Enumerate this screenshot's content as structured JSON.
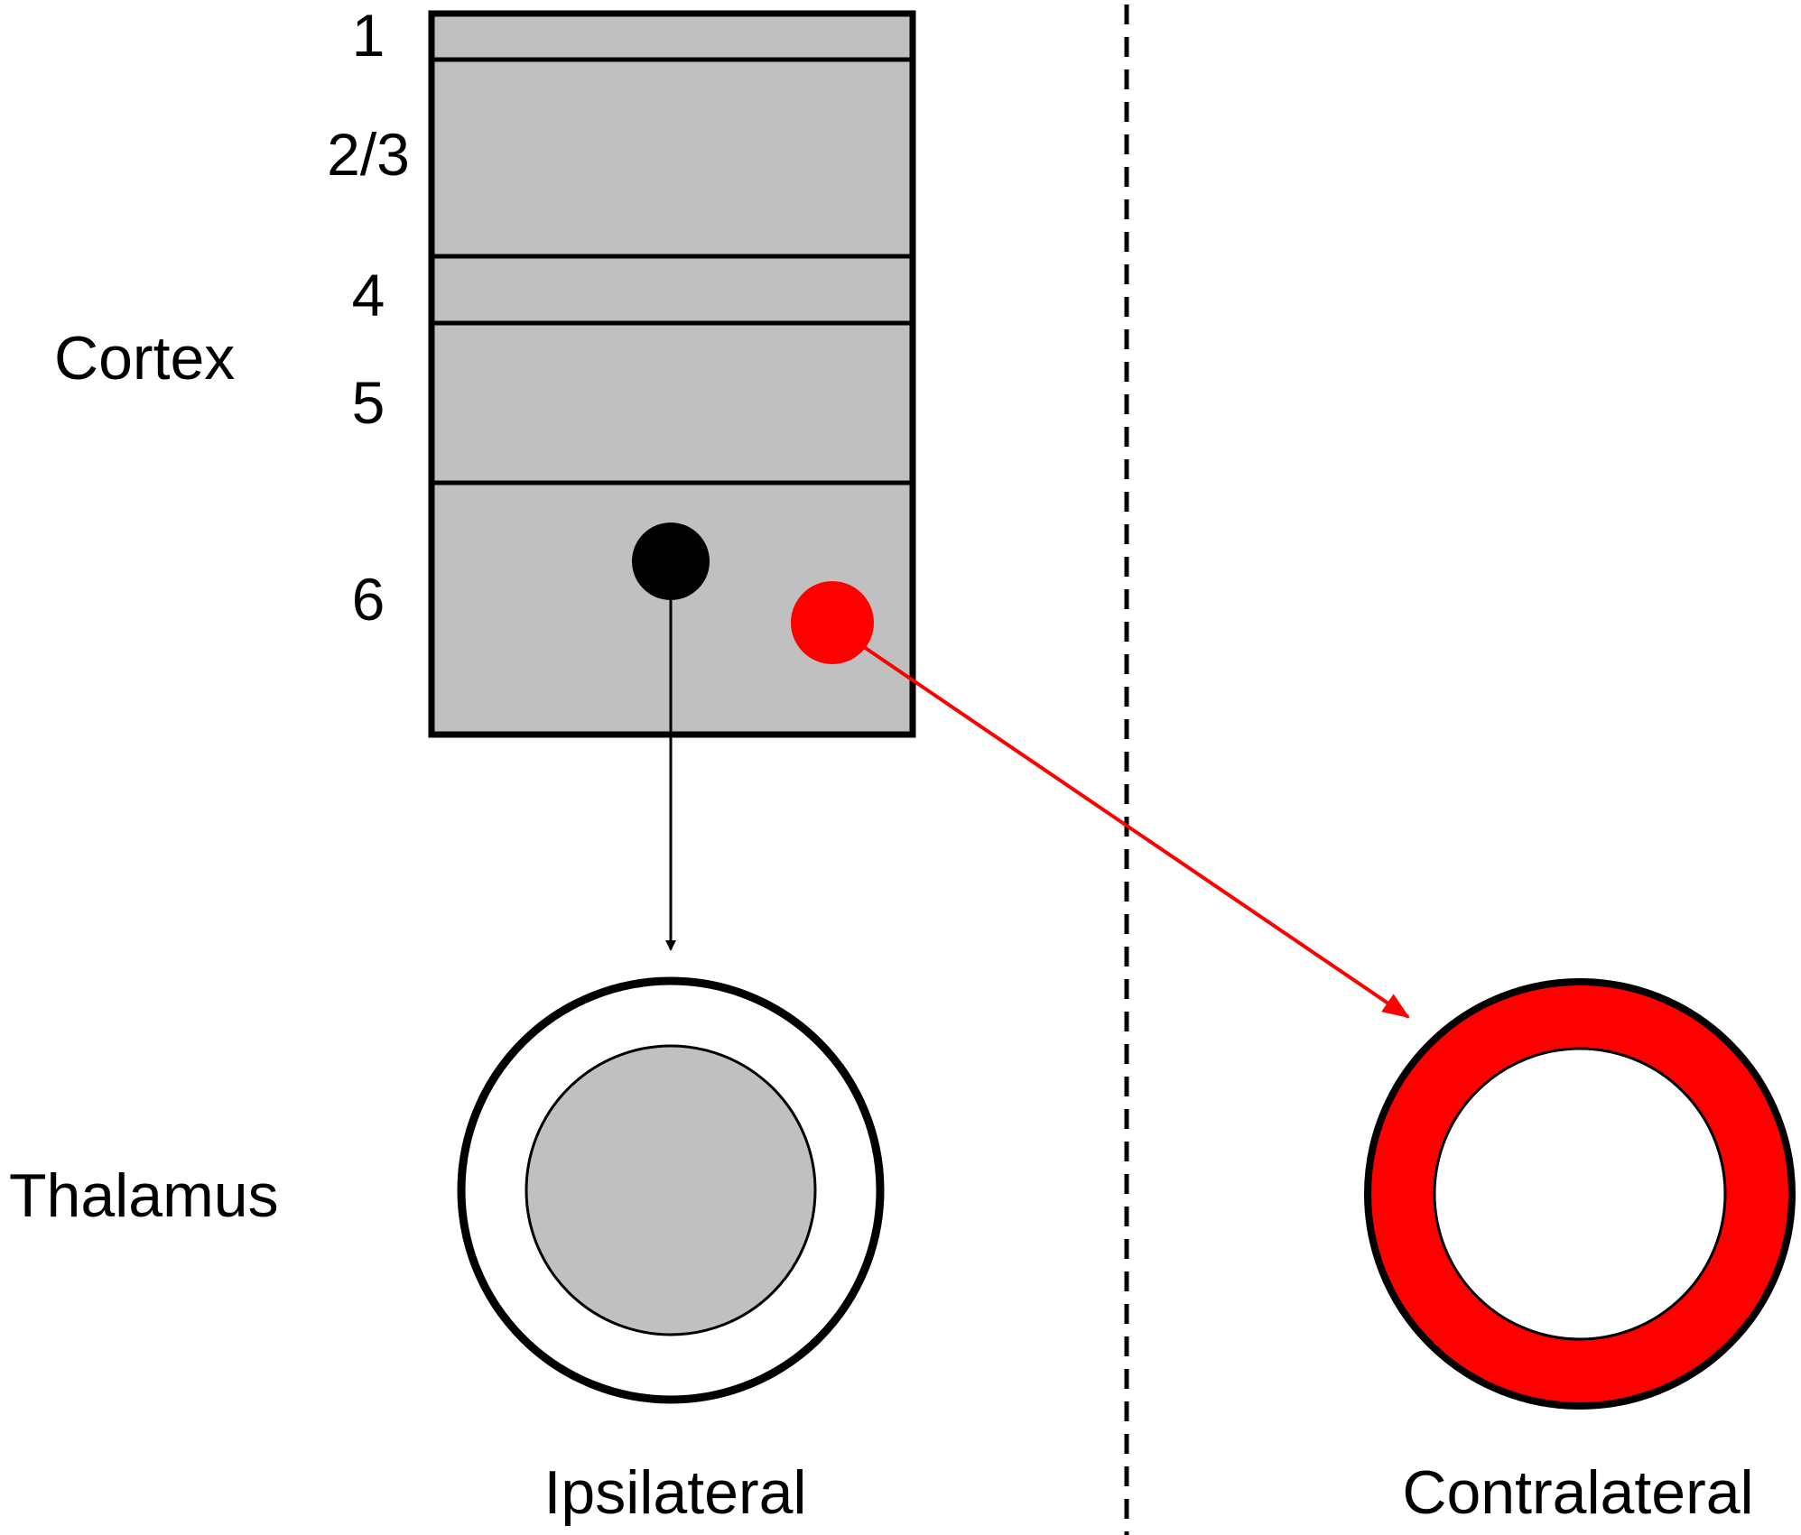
{
  "regions": {
    "cortex": "Cortex",
    "thalamus": "Thalamus"
  },
  "layers": [
    {
      "label": "1"
    },
    {
      "label": "2/3"
    },
    {
      "label": "4"
    },
    {
      "label": "5"
    },
    {
      "label": "6"
    }
  ],
  "sides": {
    "ipsilateral": "Ipsilateral",
    "contralateral": "Contralateral"
  },
  "colors": {
    "cortex_fill": "#c0c0c0",
    "outline": "#000000",
    "projection_red": "#ff0000",
    "projection_black": "#000000",
    "thalamus_inner_fill": "#c0c0c0",
    "midline": "#000000"
  }
}
